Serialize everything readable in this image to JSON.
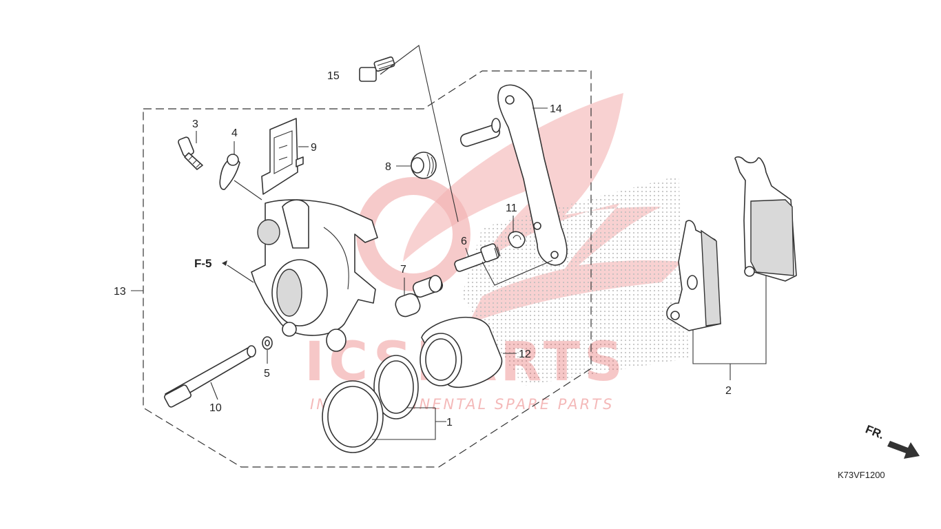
{
  "watermark": {
    "brand": "ICSPARTS",
    "tagline": "INTERCONTINENTAL SPARE PARTS",
    "colors": {
      "brand": "#e03a3a",
      "logo_tint": "#f7c9c9",
      "halftone": "#bdbdbd"
    }
  },
  "callouts": [
    {
      "id": "1",
      "label": "1"
    },
    {
      "id": "2",
      "label": "2"
    },
    {
      "id": "3",
      "label": "3"
    },
    {
      "id": "4",
      "label": "4"
    },
    {
      "id": "5",
      "label": "5"
    },
    {
      "id": "6",
      "label": "6"
    },
    {
      "id": "7",
      "label": "7"
    },
    {
      "id": "8",
      "label": "8"
    },
    {
      "id": "9",
      "label": "9"
    },
    {
      "id": "10",
      "label": "10"
    },
    {
      "id": "11",
      "label": "11"
    },
    {
      "id": "12",
      "label": "12"
    },
    {
      "id": "13",
      "label": "13"
    },
    {
      "id": "14",
      "label": "14"
    },
    {
      "id": "15",
      "label": "15"
    }
  ],
  "reference": {
    "label": "F-5"
  },
  "direction": {
    "label": "FR."
  },
  "diagram_code": "K73VF1200"
}
